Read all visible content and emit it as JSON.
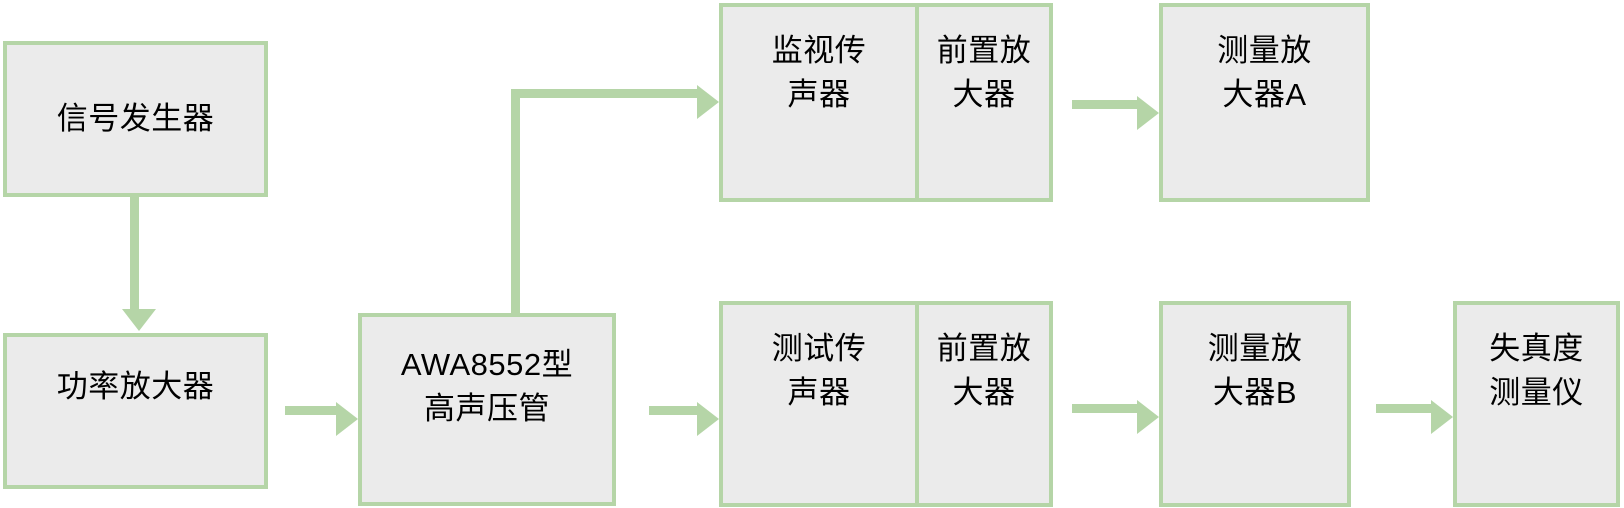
{
  "diagram": {
    "title": "",
    "colors": {
      "node_fill": "#ebebeb",
      "node_border": "#b5d5a7",
      "arrow": "#b5d5a7",
      "text": "#000000",
      "background": "#ffffff"
    },
    "nodes": [
      {
        "id": "signal-generator",
        "lines": [
          "信号发生器"
        ]
      },
      {
        "id": "power-amplifier",
        "lines": [
          "功率放大器"
        ]
      },
      {
        "id": "awa8552-tube",
        "lines": [
          "AWA8552型",
          "高声压管"
        ]
      },
      {
        "id": "monitor-microphone",
        "lines": [
          "监视传",
          "声器"
        ]
      },
      {
        "id": "preamplifier-top",
        "lines": [
          "前置放",
          "大器"
        ]
      },
      {
        "id": "measuring-amp-a",
        "lines": [
          "测量放",
          "大器A"
        ]
      },
      {
        "id": "test-microphone",
        "lines": [
          "测试传",
          "声器"
        ]
      },
      {
        "id": "preamplifier-bottom",
        "lines": [
          "前置放",
          "大器"
        ]
      },
      {
        "id": "measuring-amp-b",
        "lines": [
          "测量放",
          "大器B"
        ]
      },
      {
        "id": "distortion-meter",
        "lines": [
          "失真度",
          "测量仪"
        ]
      }
    ],
    "connections": [
      {
        "id": "signal-generator-to-power-amplifier",
        "from": "signal-generator",
        "to": "power-amplifier",
        "direction": "down"
      },
      {
        "id": "power-amplifier-to-awa8552",
        "from": "power-amplifier",
        "to": "awa8552-tube",
        "direction": "right"
      },
      {
        "id": "awa8552-to-monitor-microphone",
        "from": "awa8552-tube",
        "to": "monitor-microphone",
        "direction": "up-right"
      },
      {
        "id": "awa8552-to-test-microphone",
        "from": "awa8552-tube",
        "to": "test-microphone",
        "direction": "right"
      },
      {
        "id": "preamplifier-top-to-measuring-amp-a",
        "from": "preamplifier-top",
        "to": "measuring-amp-a",
        "direction": "right"
      },
      {
        "id": "preamplifier-bottom-to-measuring-amp-b",
        "from": "preamplifier-bottom",
        "to": "measuring-amp-b",
        "direction": "right"
      },
      {
        "id": "measuring-amp-b-to-distortion-meter",
        "from": "measuring-amp-b",
        "to": "distortion-meter",
        "direction": "right"
      }
    ]
  }
}
